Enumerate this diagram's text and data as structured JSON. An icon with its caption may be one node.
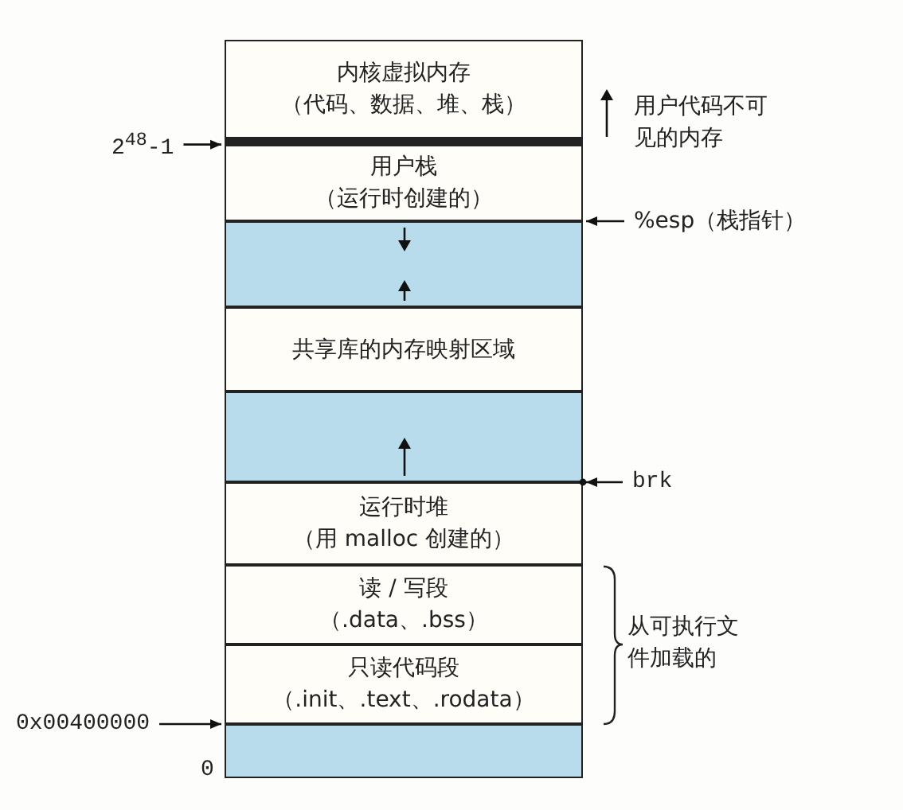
{
  "diagram": {
    "nodes": [
      {
        "text": [
          "内核虚拟内存",
          "（代码、数据、堆、栈）"
        ]
      },
      {
        "text": [
          "用户栈",
          "（运行时创建的）"
        ]
      },
      {
        "text": [],
        "shape": "box"
      },
      {
        "text": [
          "共享库的内存映射区域"
        ]
      },
      {
        "text": [],
        "shape": "box"
      },
      {
        "text": [
          "运行时堆",
          "（用 malloc 创建的）"
        ]
      },
      {
        "text": [
          "读 / 写段",
          "（.data、.bss）"
        ]
      },
      {
        "text": [
          "只读代码段",
          "（.init、.text、.rodata）"
        ]
      },
      {
        "text": [],
        "shape": "box"
      },
      {
        "text": [
          "2$^{48}$-1"
        ]
      },
      {
        "text": [
          "%esp（栈指针）"
        ]
      },
      {
        "text": [
          "brk"
        ]
      },
      {
        "text": [
          "0x00400000"
        ]
      }
    ],
    "edges": [
      {
        "from": 9,
        "to": 0,
        "arrow": "to"
      },
      {
        "from": 10,
        "to": 1,
        "arrow": "to"
      },
      {
        "from": 11,
        "to": 5,
        "arrow": "to"
      },
      {
        "from": 12,
        "to": 8,
        "arrow": "to"
      }
    ],
    "labels": [
      "用户代码不可见的内存",
      "从可执行文件加载的",
      "0"
    ]
  }
}
